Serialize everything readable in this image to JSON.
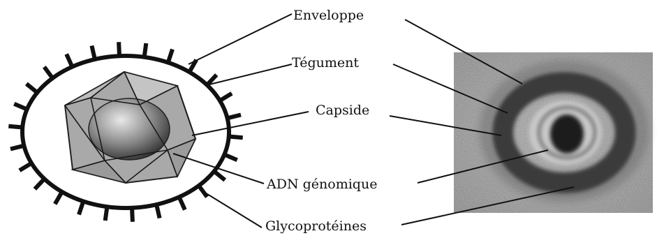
{
  "labels": {
    "enveloppe": "Enveloppe",
    "tegument": "Tégument",
    "capside": "Capside",
    "adn": "ADN génomique",
    "glycoproteines": "Glycoprotéines"
  },
  "colors": {
    "ink": "#111111",
    "paper": "#ffffff",
    "capsid_fill": "#a9a9a9",
    "micrograph_bg": "#b8b8b8",
    "micrograph_ring": "#3a3a3a"
  },
  "panels": [
    "schematic-drawing",
    "electron-micrograph"
  ]
}
